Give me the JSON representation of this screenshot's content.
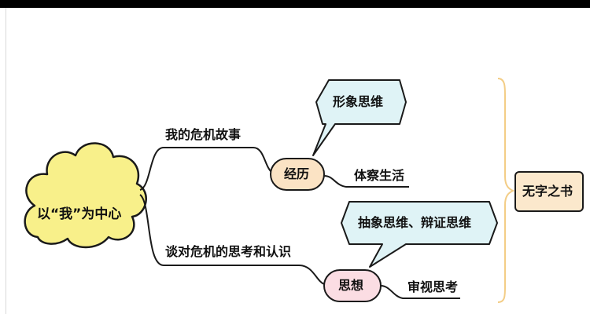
{
  "mindmap": {
    "central": "以“我”为中心",
    "branch_top": "我的危机故事",
    "branch_bottom": "谈对危机的思考和认识",
    "node_experience": "经历",
    "node_thought": "思想",
    "callout_top": "形象思维",
    "callout_bottom": "抽象思维、辩证思维",
    "leaf_top": "体察生活",
    "leaf_bottom": "审视思考",
    "summary": "无字之书"
  },
  "colors": {
    "central_fill": "#f8f08a",
    "experience_fill": "#fbe3c4",
    "thought_fill": "#fbdde3",
    "callout_fill": "#dff3f6",
    "summary_fill": "#fbe8cc",
    "brace": "#f3cd86"
  }
}
